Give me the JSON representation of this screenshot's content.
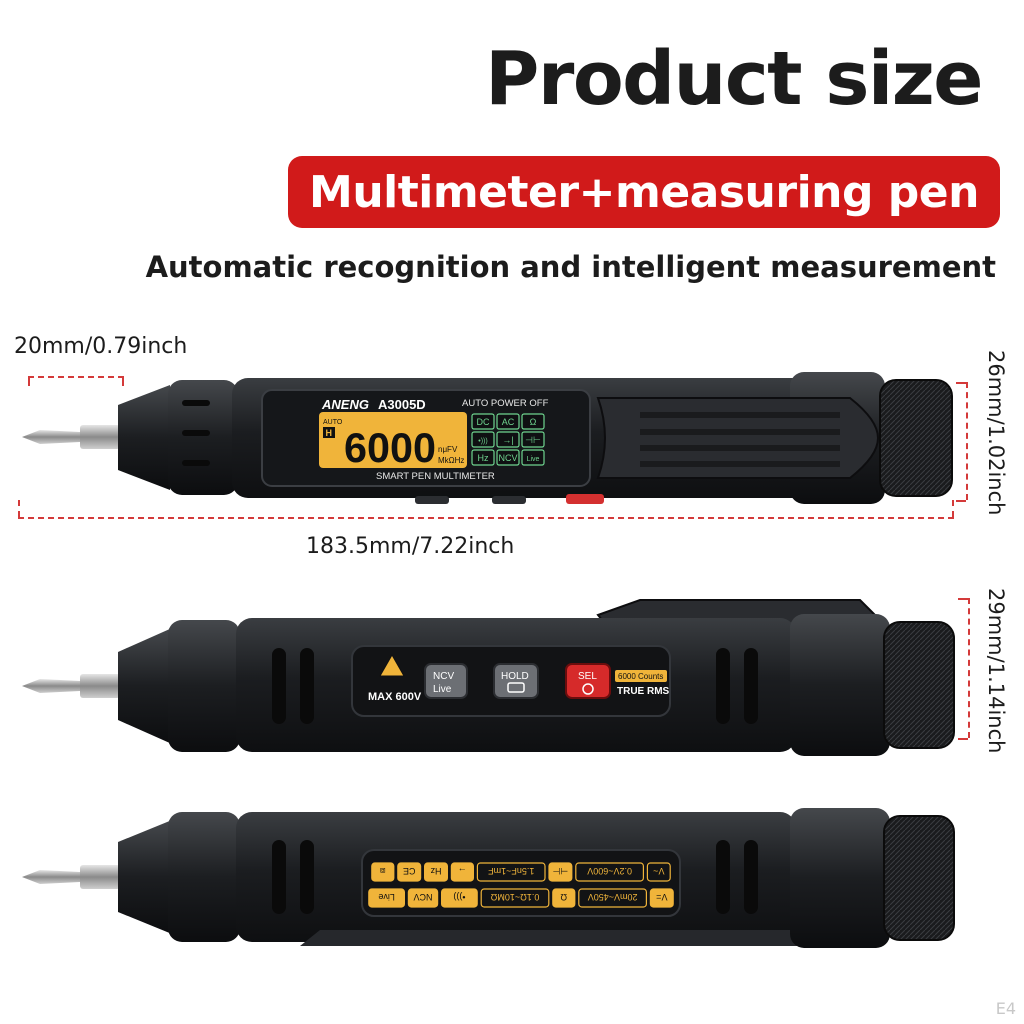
{
  "header": {
    "title": "Product size",
    "banner": "Multimeter+measuring pen",
    "subtitle": "Automatic recognition and intelligent measurement"
  },
  "dimensions": {
    "tip_width": "20mm/0.79inch",
    "length": "183.5mm/7.22inch",
    "height_front": "26mm/1.02inch",
    "height_side": "29mm/1.14inch"
  },
  "pen_front": {
    "brand": "ANENG",
    "model": "A3005D",
    "auto_power": "AUTO POWER OFF",
    "auto_label": "AUTO",
    "hold_h": "H",
    "reading": "6000",
    "units_top": "nμFV",
    "units_bottom": "MkΩHz",
    "panel_label": "SMART PEN MULTIMETER",
    "modes": [
      "DC",
      "AC",
      "Ω",
      "•)))",
      "→|",
      "⊣⊢",
      "Hz",
      "NCV",
      "Live"
    ]
  },
  "pen_side": {
    "max_voltage": "MAX 600V",
    "ncv_btn_top": "NCV",
    "ncv_btn_bottom": "Live",
    "hold_btn": "HOLD",
    "sel_btn": "SEL",
    "counts": "6000 Counts",
    "true_rms": "TRUE RMS"
  },
  "pen_back": {
    "row1": [
      "V~",
      "0.2V~600V",
      "⊣⊢",
      "1.5nF~1mF",
      "→",
      "Hz",
      "CE",
      "⧈"
    ],
    "row2": [
      "V=",
      "20mV~450V",
      "Ω",
      "0.1Ω~10MΩ",
      "•)))",
      "NCV",
      "Live"
    ]
  },
  "colors": {
    "accent_red": "#d11a1a",
    "lcd_amber": "#f0b43a",
    "lcd_green": "#6fd48f",
    "body_dark": "#1d1f22"
  },
  "watermark": "E4"
}
